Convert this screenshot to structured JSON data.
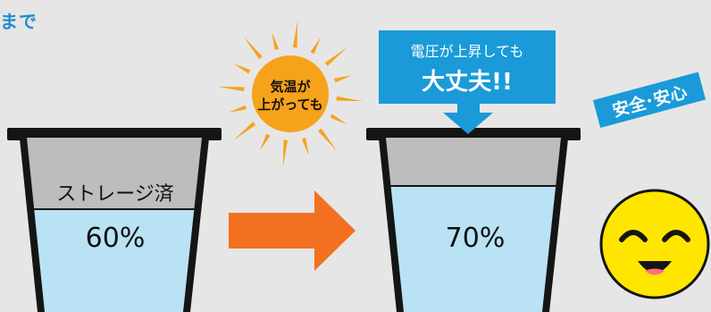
{
  "heading": "まで",
  "sun": {
    "line1": "気温が",
    "line2": "上がっても"
  },
  "callout": {
    "line1": "電圧が上昇しても",
    "line2": "大丈夫!!"
  },
  "badge": "安全･安心",
  "cup_left": {
    "label": "ストレージ済",
    "percent": "60%",
    "fill_fraction": 0.6
  },
  "cup_right": {
    "percent": "70%",
    "fill_fraction": 0.7
  },
  "colors": {
    "heading": "#1d8dd0",
    "callout": "#1a9ad8",
    "water": "#b9e2f5",
    "gray": "#bdbdbd",
    "sun": "#f7a21b",
    "arrow": "#f37021",
    "face": "#ffe600"
  }
}
